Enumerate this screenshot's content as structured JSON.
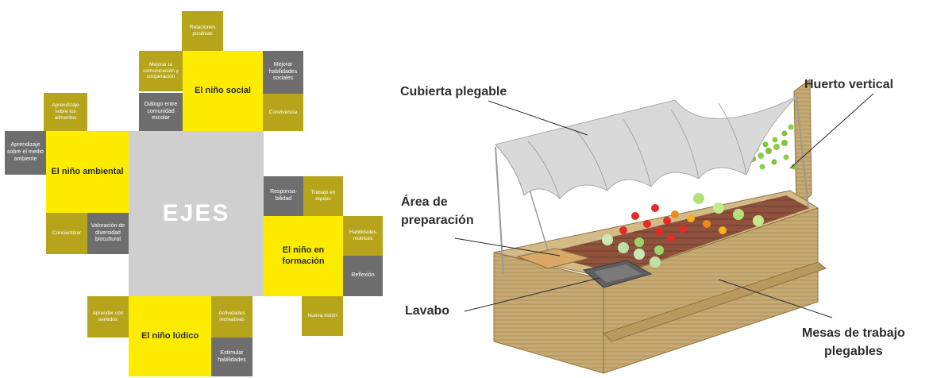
{
  "diagram": {
    "center": "EJES",
    "social": {
      "title": "El niño social",
      "top": "Relaciones positivas",
      "tl": "Mejorar la comunicación y cooperación",
      "bl": "Diálogo entre comunidad escolar",
      "tr": "Mejorar habilidades sociales",
      "br": "Convivencia"
    },
    "ambiental": {
      "title": "El niño ambiental",
      "top": "Aprendizaje sobre los alimentos",
      "left": "Aprendizaje sobre el medio ambiente",
      "bl": "Concientizar",
      "br": "Valoración de diversidad biocultural"
    },
    "formacion": {
      "title": "El niño en formación",
      "tl": "Responsa-bilidad",
      "tr": "Trabajo en equipo",
      "r1": "Habilidades motrices",
      "r2": "Reflexión",
      "bottom": "Nueva visión"
    },
    "ludico": {
      "title": "El niño lúdico",
      "left": "Aprender con sentidos",
      "r1": "Actividades recreativas",
      "r2": "Estimular habilidades"
    }
  },
  "illustration": {
    "labels": {
      "cubierta": "Cubierta plegable",
      "huerto": "Huerto vertical",
      "area_line1": "Área de",
      "area_line2": "preparación",
      "lavabo": "Lavabo",
      "mesas_line1": "Mesas de trabajo",
      "mesas_line2": "plegables"
    }
  },
  "colors": {
    "yellow": "#fdec00",
    "olive": "#b6a51b",
    "gray": "#6e6e6e",
    "center_gray": "#cfcfcf",
    "wood": "#bfa36a",
    "soil": "#8a4e3a",
    "canopy": "#d6d6d6"
  }
}
